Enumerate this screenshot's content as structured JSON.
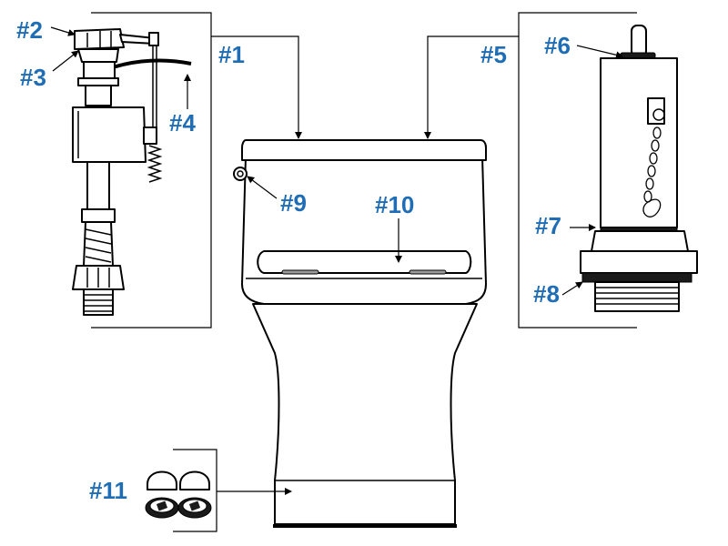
{
  "callouts": {
    "c1": "#1",
    "c2": "#2",
    "c3": "#3",
    "c4": "#4",
    "c5": "#5",
    "c6": "#6",
    "c7": "#7",
    "c8": "#8",
    "c9": "#9",
    "c10": "#10",
    "c11": "#11"
  },
  "colors": {
    "callout_text": "#1f6db5",
    "line_art": "#000000",
    "background": "#ffffff"
  }
}
